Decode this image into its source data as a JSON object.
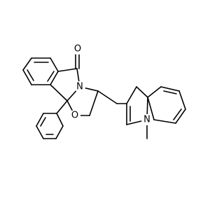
{
  "molecule": {
    "atoms": [
      {
        "id": "O_carbonyl",
        "symbol": "O",
        "color": "#000000"
      },
      {
        "id": "N_lactam",
        "symbol": "N",
        "color": "#000000"
      },
      {
        "id": "O_ring",
        "symbol": "O",
        "color": "#000000"
      },
      {
        "id": "N_indole",
        "symbol": "N",
        "color": "#000000"
      }
    ]
  }
}
